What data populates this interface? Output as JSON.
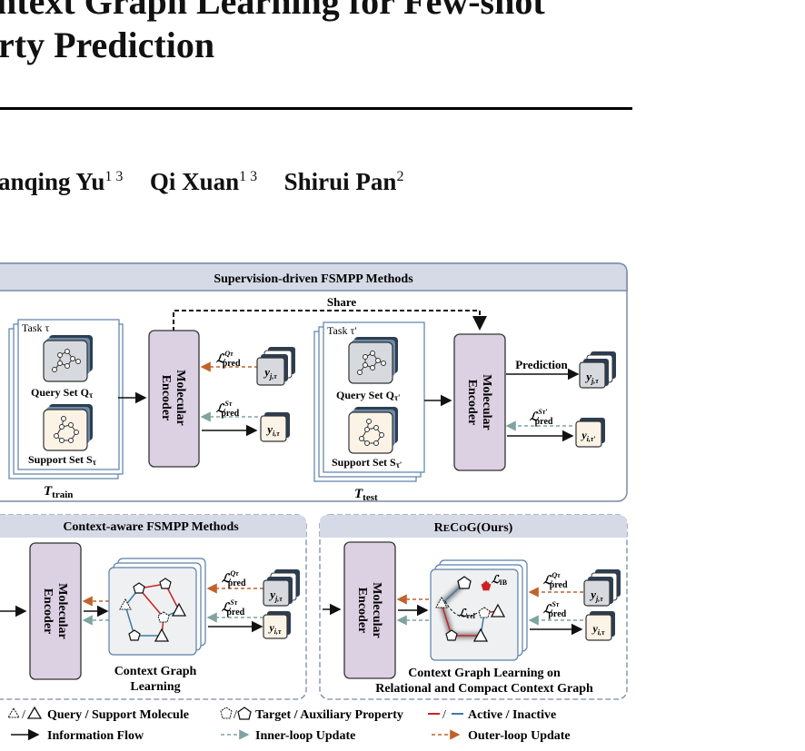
{
  "paper": {
    "title_line1": "ntext Graph Learning for Few-shot",
    "title_line2": "rty Prediction",
    "authors": [
      {
        "name": "anqing Yu",
        "aff": "1 3"
      },
      {
        "name": "Qi Xuan",
        "aff": "1 3"
      },
      {
        "name": "Shirui Pan",
        "aff": "2"
      }
    ]
  },
  "figure": {
    "top_panel": {
      "title": "Supervision-driven FSMPP Methods",
      "share_label": "Share",
      "prediction_label": "Prediction",
      "task_train": {
        "label": "Task τ",
        "query": "Query Set Q",
        "query_sub": "τ",
        "support": "Support Set S",
        "support_sub": "τ",
        "caption": "T",
        "caption_sub": "train"
      },
      "task_test": {
        "label": "Task τ′",
        "query": "Query Set Q",
        "query_sub": "τ′",
        "support": "Support Set S",
        "support_sub": "τ′",
        "caption": "T",
        "caption_sub": "test"
      }
    },
    "encoder_label_1": "Molecular",
    "encoder_label_2": "Encoder",
    "loss_symbol": "ℒ",
    "loss_sub": "pred",
    "loss_sup_q": "Qτ",
    "loss_sup_s": "Sτ",
    "loss_sup_s_test": "Sτ′",
    "y_j_tau": "y",
    "y_sub_j": "j,τ",
    "y_sub_i": "i,τ",
    "y_sub_j_test": "j,τ",
    "y_sub_i_test": "i,τ′",
    "mid_left_panel": {
      "title": "Context-aware FSMPP Methods",
      "caption_1": "Context Graph",
      "caption_2": "Learning"
    },
    "mid_right_panel": {
      "title_re": "R",
      "title_e": "E",
      "title_co": "C",
      "title_o": "O",
      "title_g": "G(Ours)",
      "caption_1": "Context Graph Learning on",
      "caption_2": "Relational and Compact Context Graph",
      "loss_ib": "IB",
      "loss_rel": "rel"
    },
    "legend": {
      "query_support": "Query / Support Molecule",
      "target_aux": "Target / Auxiliary Property",
      "active_inactive": "Active / Inactive",
      "info_flow": "Information Flow",
      "inner_loop": "Inner-loop Update",
      "outer_loop": "Outer-loop Update"
    },
    "colors": {
      "panel_border": "#7a8aa8",
      "panel_header": "#d5dae6",
      "encoder_fill": "#dcd0e3",
      "card_stroke": "#5b7fa6",
      "outer_loop": "#c0622a",
      "inner_loop": "#7fa3a0",
      "active": "#cc2222",
      "inactive": "#3c7ba8"
    }
  }
}
